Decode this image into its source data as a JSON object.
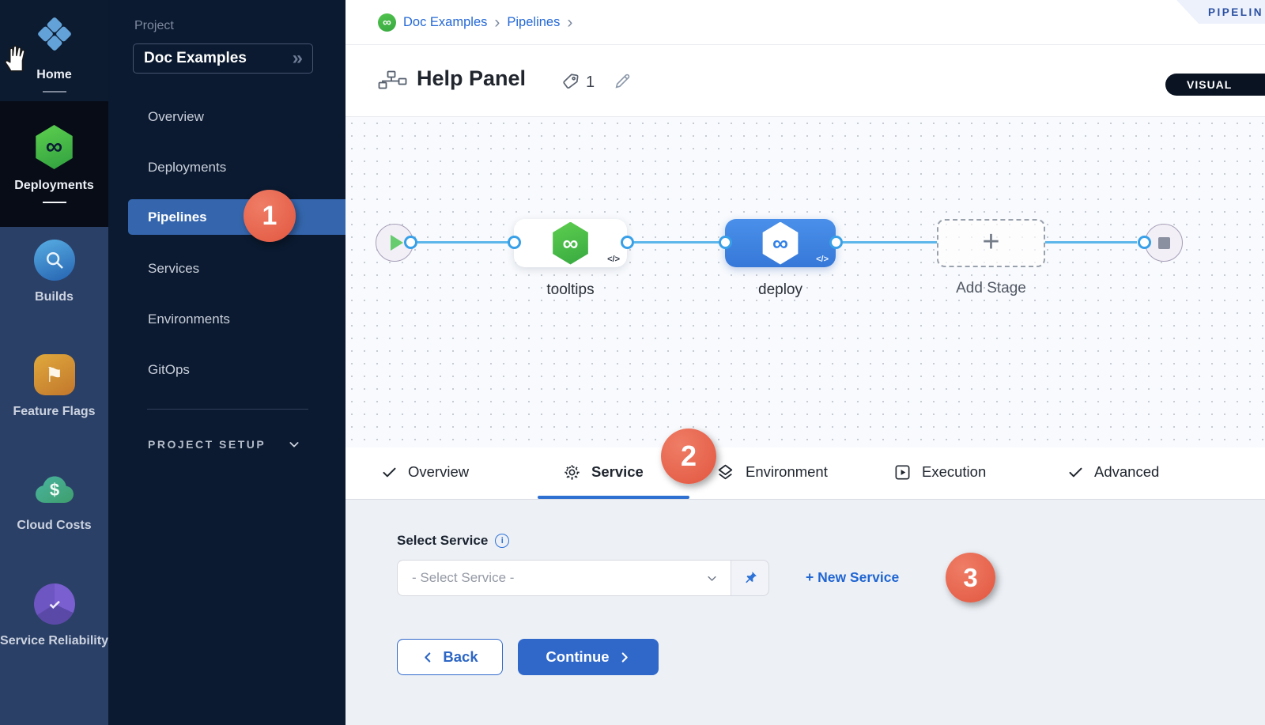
{
  "nav_rail": {
    "modules": [
      {
        "label": "Home"
      },
      {
        "label": "Deployments"
      },
      {
        "label": "Builds"
      },
      {
        "label": "Feature Flags"
      },
      {
        "label": "Cloud Costs"
      },
      {
        "label": "Service Reliability"
      }
    ]
  },
  "project_panel": {
    "section_label": "Project",
    "project_name": "Doc Examples",
    "menu": [
      {
        "label": "Overview"
      },
      {
        "label": "Deployments"
      },
      {
        "label": "Pipelines"
      },
      {
        "label": "Services"
      },
      {
        "label": "Environments"
      },
      {
        "label": "GitOps"
      }
    ],
    "setup_label": "PROJECT SETUP"
  },
  "annotations": {
    "step1": "1",
    "step2": "2",
    "step3": "3"
  },
  "breadcrumb": {
    "crumb1": "Doc Examples",
    "crumb2": "Pipelines"
  },
  "header": {
    "title": "Help Panel",
    "tag_count": "1",
    "corner_ribbon": "PIPELIN",
    "view_toggle": "VISUAL"
  },
  "canvas": {
    "stage1": {
      "name": "tooltips",
      "code_glyph": "</>"
    },
    "stage2": {
      "name": "deploy",
      "code_glyph": "</>"
    },
    "add_stage_label": "Add Stage"
  },
  "tabs": [
    {
      "label": "Overview"
    },
    {
      "label": "Service"
    },
    {
      "label": "Environment"
    },
    {
      "label": "Execution"
    },
    {
      "label": "Advanced"
    }
  ],
  "service_form": {
    "label": "Select Service",
    "dropdown_placeholder": "- Select Service -",
    "new_service_link": "+ New Service",
    "back_label": "Back",
    "continue_label": "Continue"
  },
  "colors": {
    "selected_nav_blue": "#3566ad",
    "annotation_red": "#e5604b",
    "stage_green": "#4fc249",
    "stage_blue": "#3e82e2",
    "link_blue": "#2569d6",
    "accent_blue": "#3068ca"
  }
}
